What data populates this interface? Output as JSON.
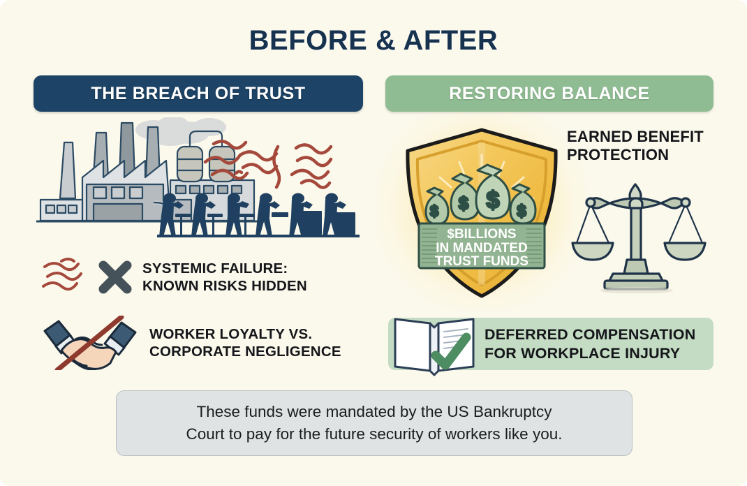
{
  "page": {
    "title": "BEFORE & AFTER",
    "background_color": "#FBF9EC"
  },
  "columns": {
    "left": {
      "banner_label": "THE BREACH OF TRUST",
      "banner_color": "#1D4467",
      "illustration": "factory-workers-illustration",
      "items": [
        {
          "icon": "x-mark-icon",
          "accent_icon": "toxic-fumes-squiggles-icon",
          "line1": "SYSTEMIC FAILURE:",
          "line2": "KNOWN RISKS HIDDEN"
        },
        {
          "icon": "broken-handshake-icon",
          "line1": "WORKER LOYALTY VS.",
          "line2": "CORPORATE NEGLIGENCE"
        }
      ]
    },
    "right": {
      "banner_label": "RESTORING BALANCE",
      "banner_color": "#8FBC92",
      "shield": {
        "icon": "shield-icon",
        "shield_color": "#F2C14B",
        "money_bag_icon": "money-bag-icon",
        "currency_symbol": "$",
        "bag_count": 4,
        "label_line1": "$BILLIONS",
        "label_line2": "IN MANDATED",
        "label_line3": "TRUST FUNDS"
      },
      "scales": {
        "icon": "scales-of-justice-icon",
        "color": "#B9C9B0"
      },
      "items": [
        {
          "icon": "scales-of-justice-icon",
          "line1": "EARNED BENEFIT",
          "line2": "PROTECTION"
        },
        {
          "icon": "open-book-check-icon",
          "pill_color": "#C4DCC3",
          "line1": "DEFERRED COMPENSATION",
          "line2": "FOR WORKPLACE INJURY"
        }
      ]
    }
  },
  "footnote": {
    "line1": "These funds were mandated by the US Bankruptcy",
    "line2": "Court to pay for the future security of workers like you.",
    "background_color": "#DFE3E4"
  }
}
